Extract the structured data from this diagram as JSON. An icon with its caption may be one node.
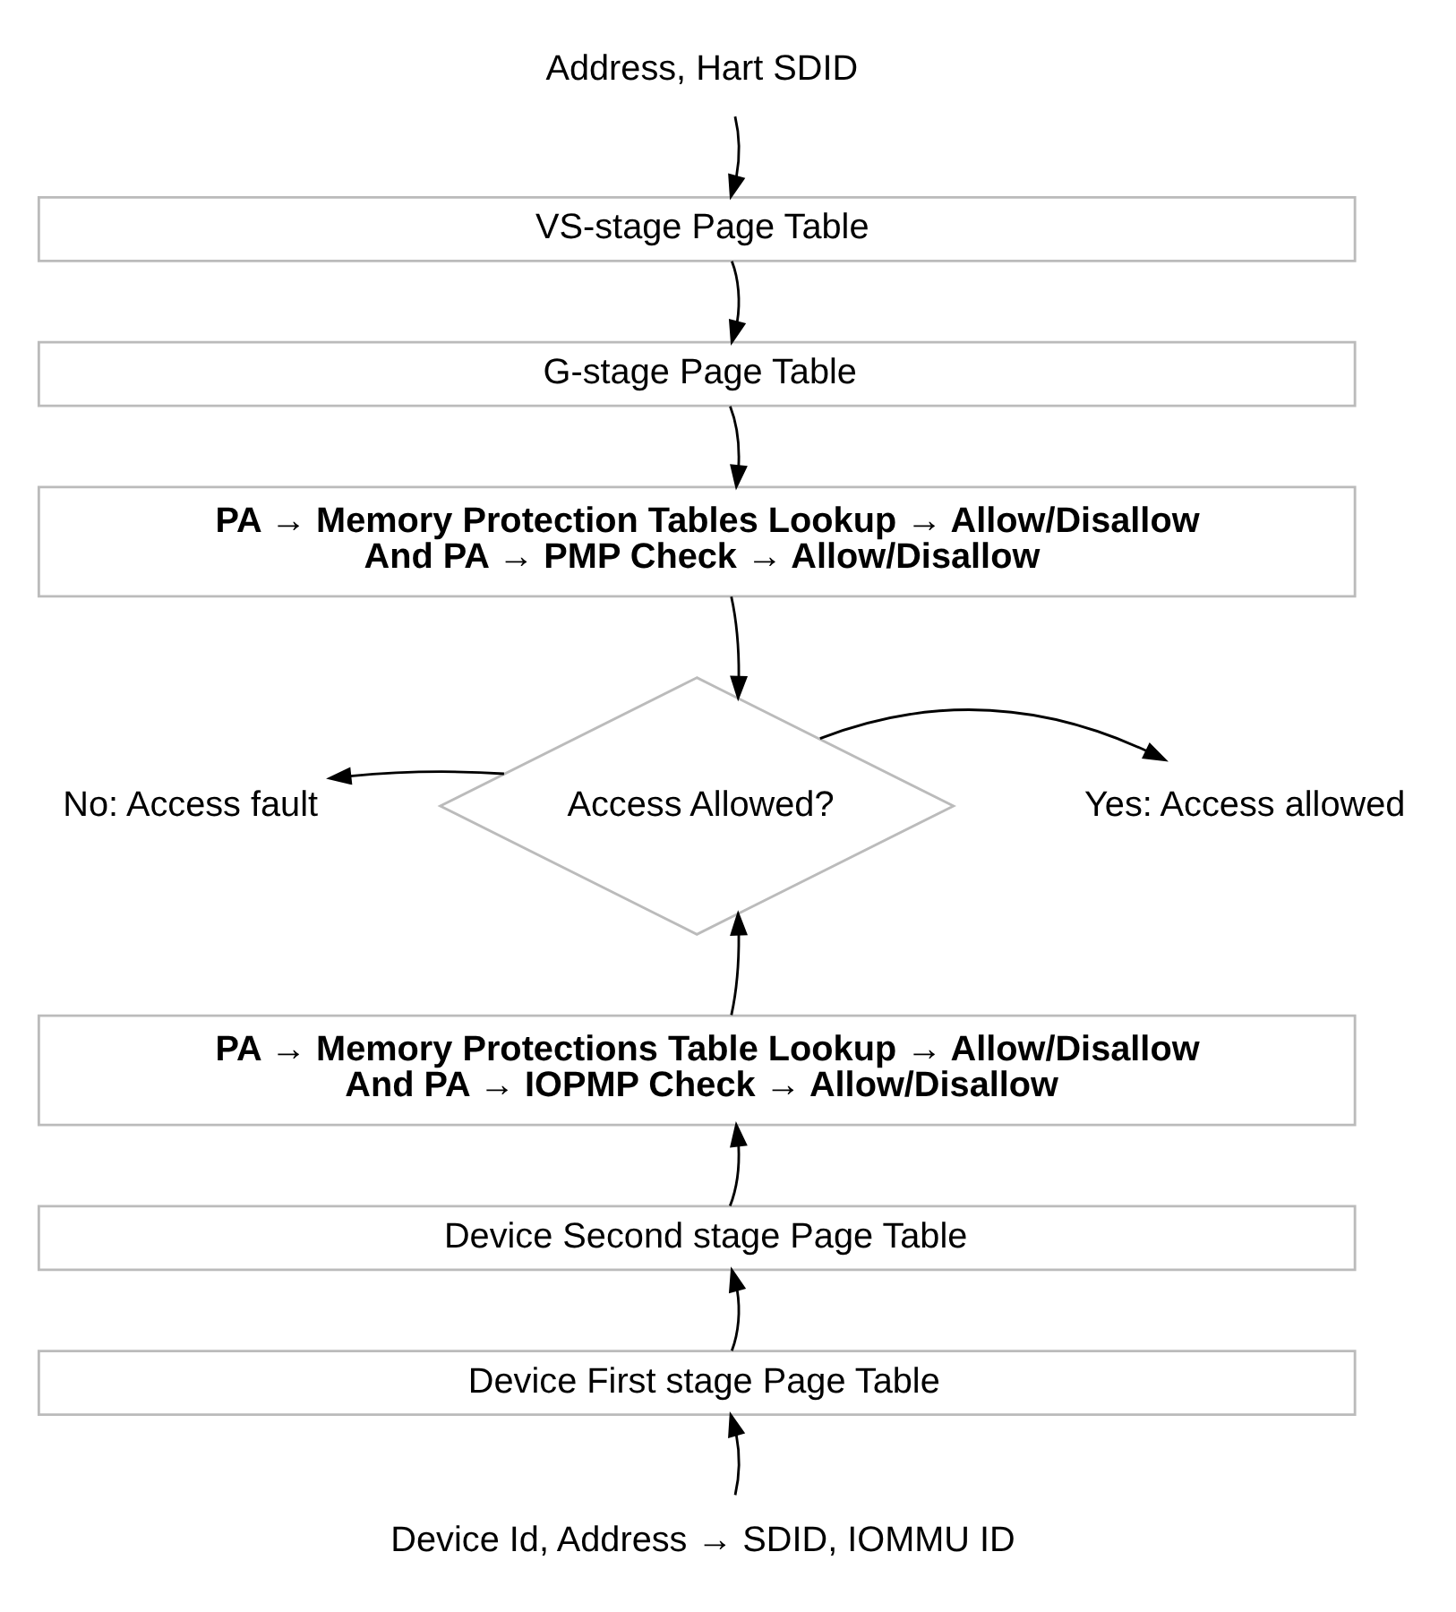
{
  "diagram": {
    "nodes": [
      {
        "text": [
          "Address, Hart SDID"
        ]
      },
      {
        "text": [
          "VS-stage Page Table"
        ]
      },
      {
        "text": [
          "G-stage Page Table"
        ]
      },
      {
        "text": [
          "PA → Memory Protection Tables Lookup → Allow/Disallow",
          "And PA → PMP Check → Allow/Disallow"
        ]
      },
      {
        "text": [
          "No: Access fault"
        ]
      },
      {
        "text": [
          "Access Allowed?"
        ]
      },
      {
        "text": [
          "Yes: Access allowed"
        ]
      },
      {
        "text": [
          "PA → Memory Protections Table Lookup → Allow/Disallow",
          "And PA → IOPMP Check → Allow/Disallow"
        ]
      },
      {
        "text": [
          "Device Second stage Page Table"
        ]
      },
      {
        "text": [
          "Device First stage Page Table"
        ]
      },
      {
        "text": [
          "Device Id, Address → SDID, IOMMU ID"
        ]
      }
    ],
    "edges": [
      {
        "from": 0,
        "to": 1,
        "arrow": "to"
      },
      {
        "from": 1,
        "to": 2,
        "arrow": "to"
      },
      {
        "from": 2,
        "to": 3,
        "arrow": "to"
      },
      {
        "from": 3,
        "to": 5,
        "arrow": "to"
      },
      {
        "from": 5,
        "to": 4,
        "arrow": "to"
      },
      {
        "from": 5,
        "to": 6,
        "arrow": "to"
      },
      {
        "from": 7,
        "to": 5,
        "arrow": "to"
      },
      {
        "from": 8,
        "to": 7,
        "arrow": "to"
      },
      {
        "from": 9,
        "to": 8,
        "arrow": "to"
      },
      {
        "from": 10,
        "to": 9,
        "arrow": "to"
      }
    ]
  }
}
